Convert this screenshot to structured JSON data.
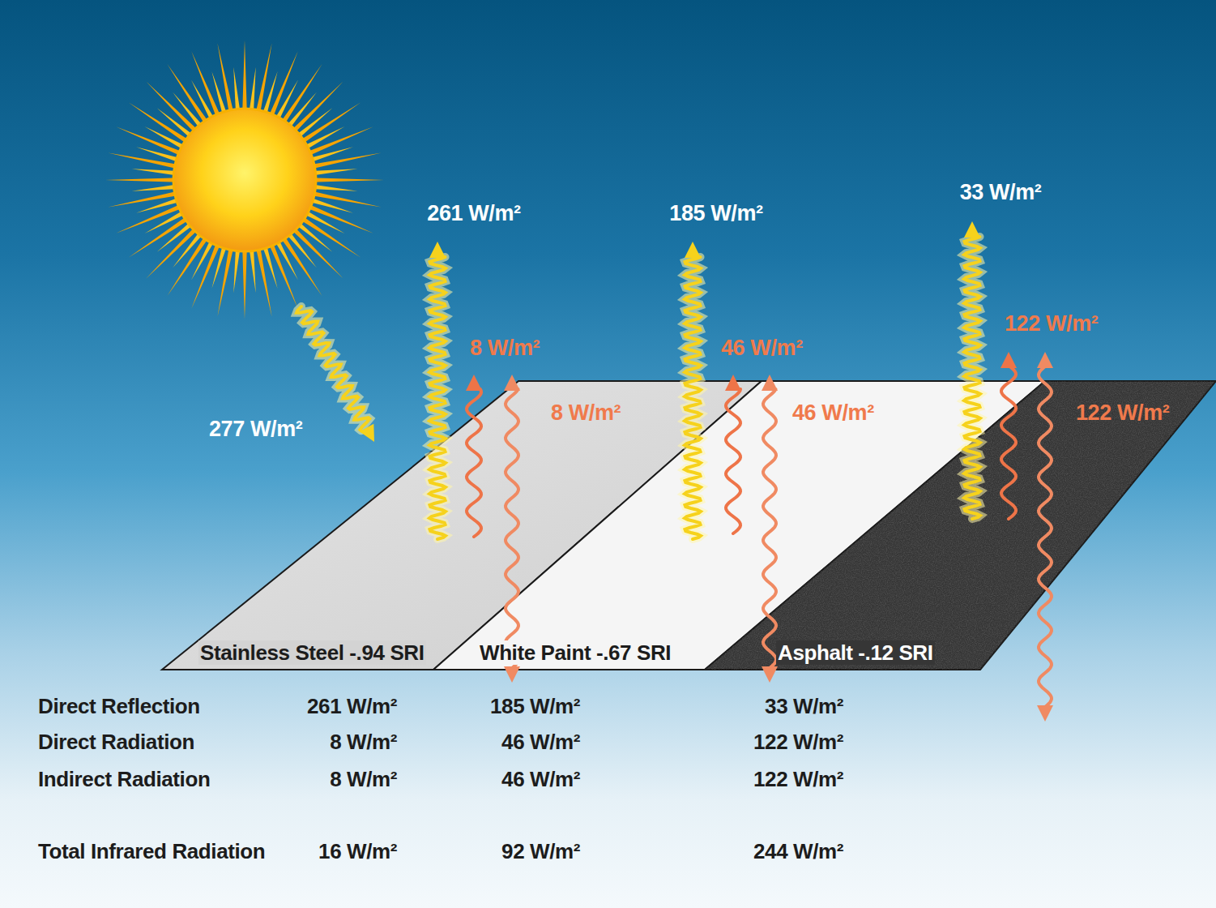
{
  "diagram": {
    "nodes": [
      {
        "text": [
          "Stainless Steel -.94 SRI"
        ]
      },
      {
        "text": [
          "White Paint -.67 SRI"
        ]
      },
      {
        "text": [
          "Asphalt -.12 SRI"
        ]
      }
    ],
    "labels": [
      "277 W/m²",
      "261 W/m²",
      "8 W/m²",
      "8 W/m²",
      "185 W/m²",
      "46 W/m²",
      "46 W/m²",
      "33 W/m²",
      "122 W/m²",
      "122 W/m²",
      "Direct Reflection",
      "261 W/m²",
      "185 W/m²",
      "33 W/m²",
      "Direct Radiation",
      "8 W/m²",
      "46 W/m²",
      "122 W/m²",
      "Indirect Radiation",
      "8 W/m²",
      "46 W/m²",
      "122 W/m²",
      "Total Infrared Radiation",
      "16 W/m²",
      "92 W/m²",
      "244 W/m²"
    ]
  }
}
